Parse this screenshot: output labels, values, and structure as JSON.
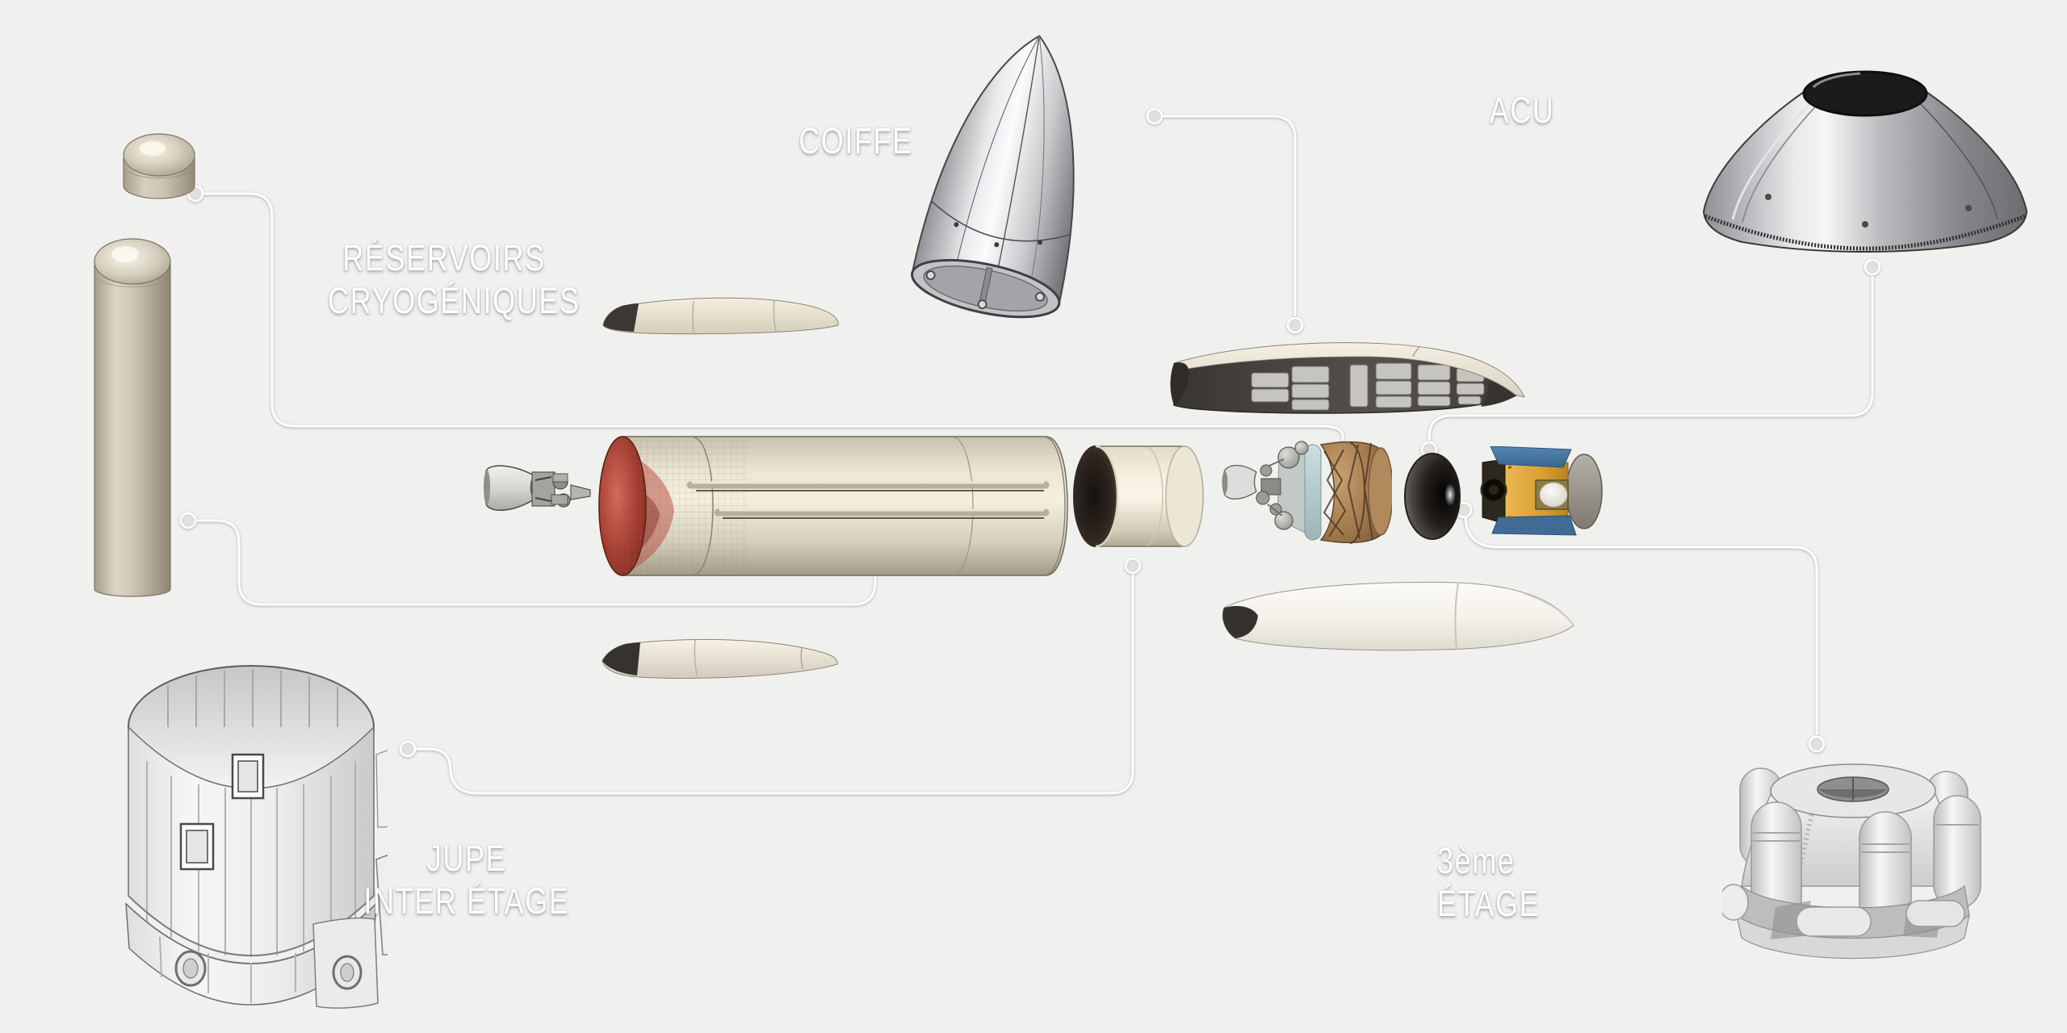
{
  "labels": {
    "coiffe": {
      "text": "COIFFE"
    },
    "acu": {
      "text": "ACU"
    },
    "reservoirs": {
      "line1": "RÉSERVOIRS",
      "line2": "CRYOGÉNIQUES"
    },
    "jupe": {
      "line1": "JUPE",
      "line2": "INTER ÉTAGE"
    },
    "etage3": {
      "line1": "3ème",
      "line2": "ÉTAGE"
    }
  },
  "colors": {
    "background": "#f0f0ef",
    "label_text": "#ffffff",
    "leader_line": "#ffffff",
    "core_aft_red": "#a73c2f",
    "tank_beige": "#cfc8b6",
    "stage_cream": "#efe9d8",
    "satellite_gold": "#d79f33",
    "solar_panel_blue": "#4678a5",
    "engine_dome_tan": "#a57d50",
    "metal_gray": "#c2c3c6"
  }
}
